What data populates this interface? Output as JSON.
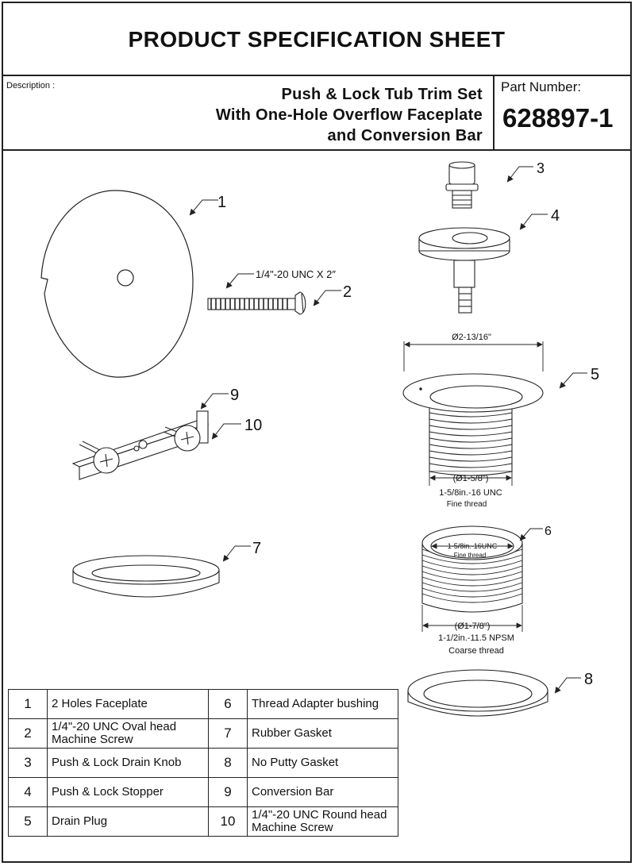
{
  "header": {
    "title": "PRODUCT SPECIFICATION SHEET",
    "description_label": "Description :",
    "description_lines": [
      "Push & Lock Tub Trim Set",
      "With One-Hole Overflow Faceplate",
      "and Conversion Bar"
    ],
    "part_number_label": "Part Number:",
    "part_number": "628897-1"
  },
  "drawing": {
    "callouts": [
      "1",
      "2",
      "3",
      "4",
      "5",
      "6",
      "7",
      "8",
      "9",
      "10"
    ],
    "annotations": {
      "screw_spec": "1/4\"-20 UNC X 2″",
      "drain_outer_dia": "Ø2-13/16\"",
      "drain_thread_dia": "(Ø1-5/8\")",
      "drain_thread_spec": "1-5/8in.-16 UNC",
      "drain_thread_type": "Fine thread",
      "bushing_inner_spec": "1-5/8in.-16UNC",
      "bushing_inner_type": "Fine thread",
      "bushing_outer_dia": "(Ø1-7/8\")",
      "bushing_outer_spec": "1-1/2in.-11.5 NPSM",
      "bushing_outer_type": "Coarse thread"
    }
  },
  "parts_table": [
    {
      "left_num": "1",
      "left_name": "2 Holes  Faceplate",
      "right_num": "6",
      "right_name": "Thread Adapter bushing"
    },
    {
      "left_num": "2",
      "left_name": "1/4\"-20 UNC Oval  head Machine Screw",
      "right_num": "7",
      "right_name": "Rubber Gasket"
    },
    {
      "left_num": "3",
      "left_name": "Push & Lock Drain Knob",
      "right_num": "8",
      "right_name": "No Putty Gasket"
    },
    {
      "left_num": "4",
      "left_name": "Push & Lock Stopper",
      "right_num": "9",
      "right_name": "Conversion Bar"
    },
    {
      "left_num": "5",
      "left_name": "Drain Plug",
      "right_num": "10",
      "right_name": "1/4\"-20 UNC Round head Machine Screw"
    }
  ]
}
